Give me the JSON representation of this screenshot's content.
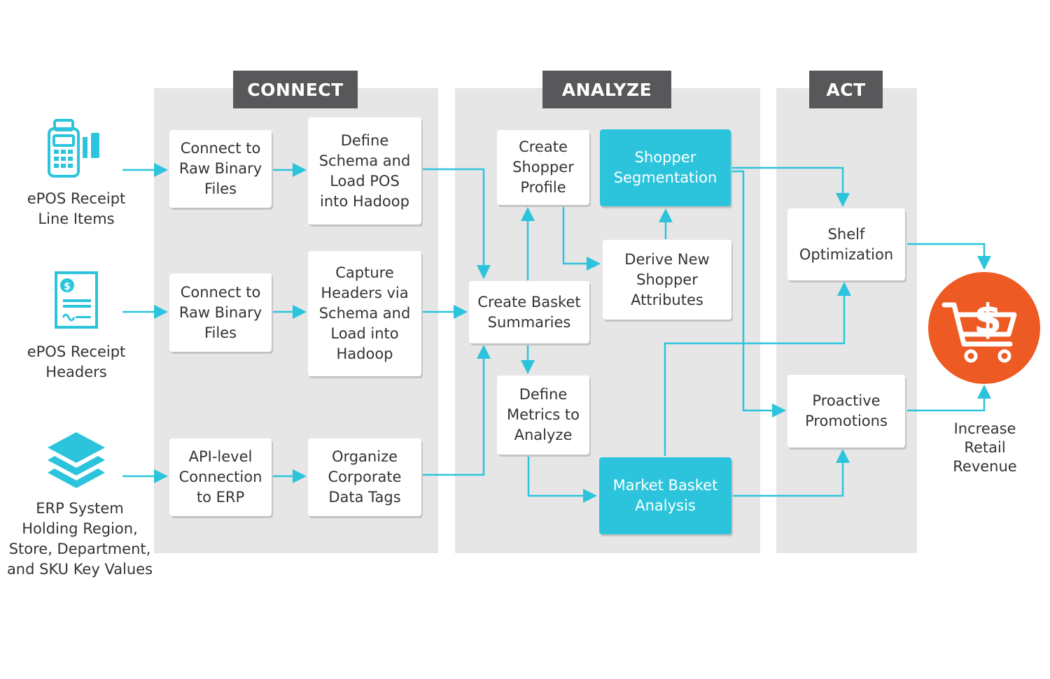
{
  "stages": {
    "connect": "CONNECT",
    "analyze": "ANALYZE",
    "act": "ACT"
  },
  "sources": [
    {
      "label": "ePOS Receipt\nLine Items",
      "icon": "pos-terminal-icon"
    },
    {
      "label": "ePOS Receipt\nHeaders",
      "icon": "receipt-icon"
    },
    {
      "label": "ERP System\nHolding Region,\nStore, Department,\nand SKU Key Values",
      "icon": "layers-icon"
    }
  ],
  "connect": {
    "row1_a": "Connect to\nRaw Binary\nFiles",
    "row1_b": "Define\nSchema and\nLoad POS\ninto Hadoop",
    "row2_a": "Connect to\nRaw Binary\nFiles",
    "row2_b": "Capture\nHeaders via\nSchema and\nLoad into\nHadoop",
    "row3_a": "API-level\nConnection\nto ERP",
    "row3_b": "Organize\nCorporate\nData Tags"
  },
  "analyze": {
    "create_profile": "Create\nShopper\nProfile",
    "segmentation": "Shopper\nSegmentation",
    "derive_attributes": "Derive New\nShopper\nAttributes",
    "basket_summaries": "Create Basket\nSummaries",
    "define_metrics": "Define\nMetrics to\nAnalyze",
    "market_basket": "Market Basket\nAnalysis"
  },
  "act": {
    "shelf": "Shelf\nOptimization",
    "promotions": "Proactive\nPromotions"
  },
  "outcome": {
    "label": "Increase\nRetail\nRevenue",
    "icon": "shopping-cart-dollar-icon"
  },
  "colors": {
    "accent": "#2cc4dc",
    "header": "#58585a",
    "panel": "#e6e6e6",
    "outcome": "#ee5a24"
  }
}
